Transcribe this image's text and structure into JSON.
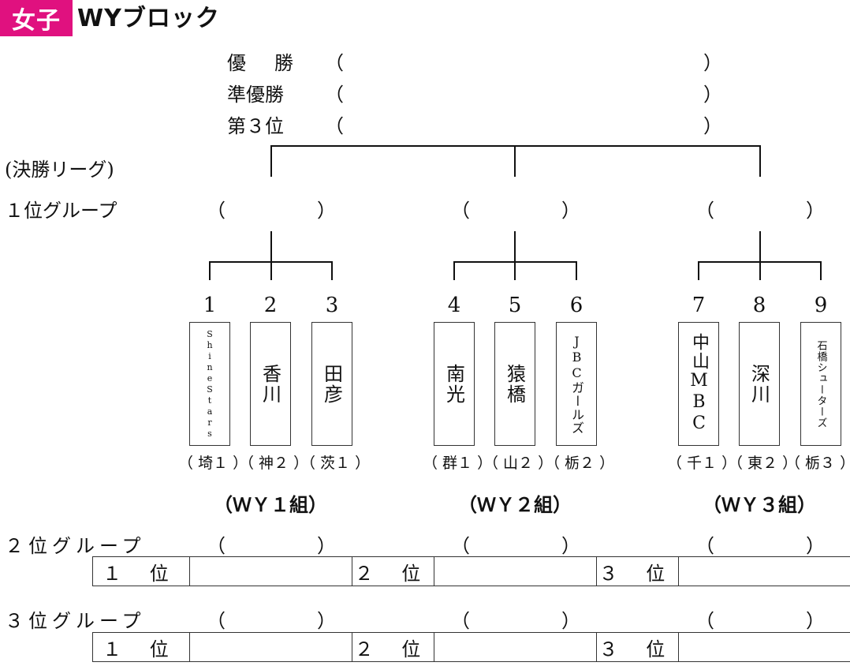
{
  "header": {
    "tag": "女子",
    "title": "WYブロック"
  },
  "final_results": {
    "rows": [
      {
        "label": "優　勝",
        "open": "（",
        "close": "）"
      },
      {
        "label": "準優勝",
        "open": "（",
        "close": "）"
      },
      {
        "label": "第３位",
        "open": "（",
        "close": "）"
      }
    ]
  },
  "final_league_label": "(決勝リーグ)",
  "first_group": {
    "label": "１位グループ",
    "slots": [
      {
        "open": "（",
        "close": "）"
      },
      {
        "open": "（",
        "close": "）"
      },
      {
        "open": "（",
        "close": "）"
      }
    ]
  },
  "groups": [
    {
      "title": "（ＷＹ１組）",
      "teams": [
        {
          "number": "1",
          "name": "ShineStars",
          "prefecture": "（ 埼１ ）"
        },
        {
          "number": "2",
          "name": "香川",
          "prefecture": "（ 神２ ）"
        },
        {
          "number": "3",
          "name": "田彦",
          "prefecture": "（ 茨１ ）"
        }
      ]
    },
    {
      "title": "（ＷＹ２組）",
      "teams": [
        {
          "number": "4",
          "name": "南光",
          "prefecture": "（ 群１ ）"
        },
        {
          "number": "5",
          "name": "猿橋",
          "prefecture": "（ 山２ ）"
        },
        {
          "number": "6",
          "name": "JBCガールズ",
          "prefecture": "（ 栃２ ）"
        }
      ]
    },
    {
      "title": "（ＷＹ３組）",
      "teams": [
        {
          "number": "7",
          "name": "中山MBC",
          "prefecture": "（ 千１ ）"
        },
        {
          "number": "8",
          "name": "深川",
          "prefecture": "（ 東２ ）"
        },
        {
          "number": "9",
          "name": "石橋シューターズ",
          "prefecture": "（ 栃３ ）"
        }
      ]
    }
  ],
  "second_group": {
    "label": "２位グループ",
    "slots": [
      {
        "open": "（",
        "close": "）"
      },
      {
        "open": "（",
        "close": "）"
      },
      {
        "open": "（",
        "close": "）"
      }
    ],
    "ranks": [
      "１ 位",
      "２ 位",
      "３ 位"
    ]
  },
  "third_group": {
    "label": "３位グループ",
    "slots": [
      {
        "open": "（",
        "close": "）"
      },
      {
        "open": "（",
        "close": "）"
      },
      {
        "open": "（",
        "close": "）"
      }
    ],
    "ranks": [
      "１ 位",
      "２ 位",
      "３ 位"
    ]
  },
  "colors": {
    "accent": "#e0117f"
  }
}
